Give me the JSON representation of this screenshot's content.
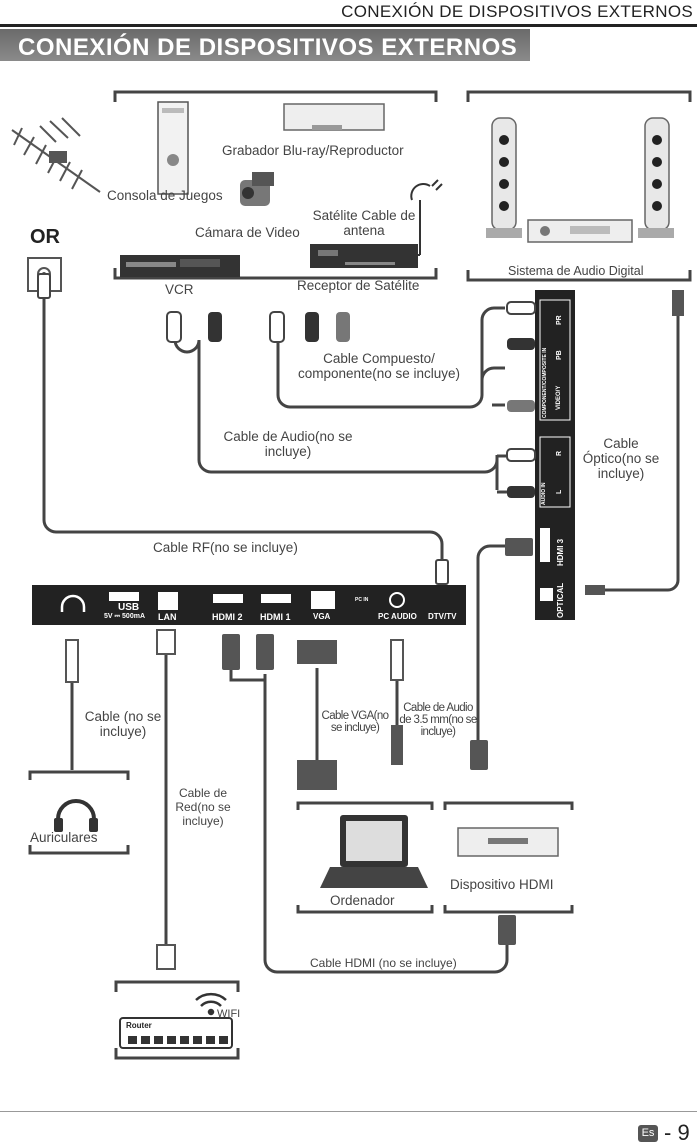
{
  "header": {
    "top_title": "CONEXIÓN DE DISPOSITIVOS EXTERNOS",
    "banner_title": "CONEXIÓN DE DISPOSITIVOS EXTERNOS"
  },
  "devices": {
    "bluray": "Grabador Blu-ray/Reproductor",
    "console": "Consola de Juegos",
    "camera": "Cámara de Video",
    "satellite_antenna": "Satélite Cable de antena",
    "vcr": "VCR",
    "satellite_receiver": "Receptor de Satélite",
    "audio_system": "Sistema de Audio Digital",
    "or_label": "OR",
    "headphones": "Auriculares",
    "computer": "Ordenador",
    "hdmi_device": "Dispositivo HDMI",
    "wifi": "WIFI",
    "router": "Router"
  },
  "cables": {
    "composite": "Cable Compuesto/ componente(no se incluye)",
    "audio": "Cable de Audio(no se incluye)",
    "optical": "Cable Óptico(no se incluye)",
    "rf": "Cable RF(no se incluye)",
    "headphone": "Cable  (no se incluye)",
    "network": "Cable de Red(no se incluye)",
    "vga": "Cable VGA(no se incluye)",
    "audio35": "Cable de Audio de 3.5 mm(no se incluye)",
    "hdmi": "Cable HDMI (no se incluye)"
  },
  "tv_ports": {
    "usb": "USB",
    "usb_spec": "5V ⎓ 500mA",
    "lan": "LAN",
    "hdmi2": "HDMI 2",
    "hdmi1": "HDMI 1",
    "vga": "VGA",
    "pc_audio": "PC  AUDIO",
    "pc_in": "PC IN",
    "dtv": "DTV/TV",
    "hdmi3": "HDMI 3",
    "optical": "OPTICAL",
    "audio_in": "AUDIO IN",
    "component": "COMPONENT/COMPOSITE IN",
    "pr": "PR",
    "pb": "PB",
    "video_y": "VIDEO/Y",
    "r": "R",
    "l": "L"
  },
  "footer": {
    "lang": "Es",
    "page": "- 9"
  }
}
